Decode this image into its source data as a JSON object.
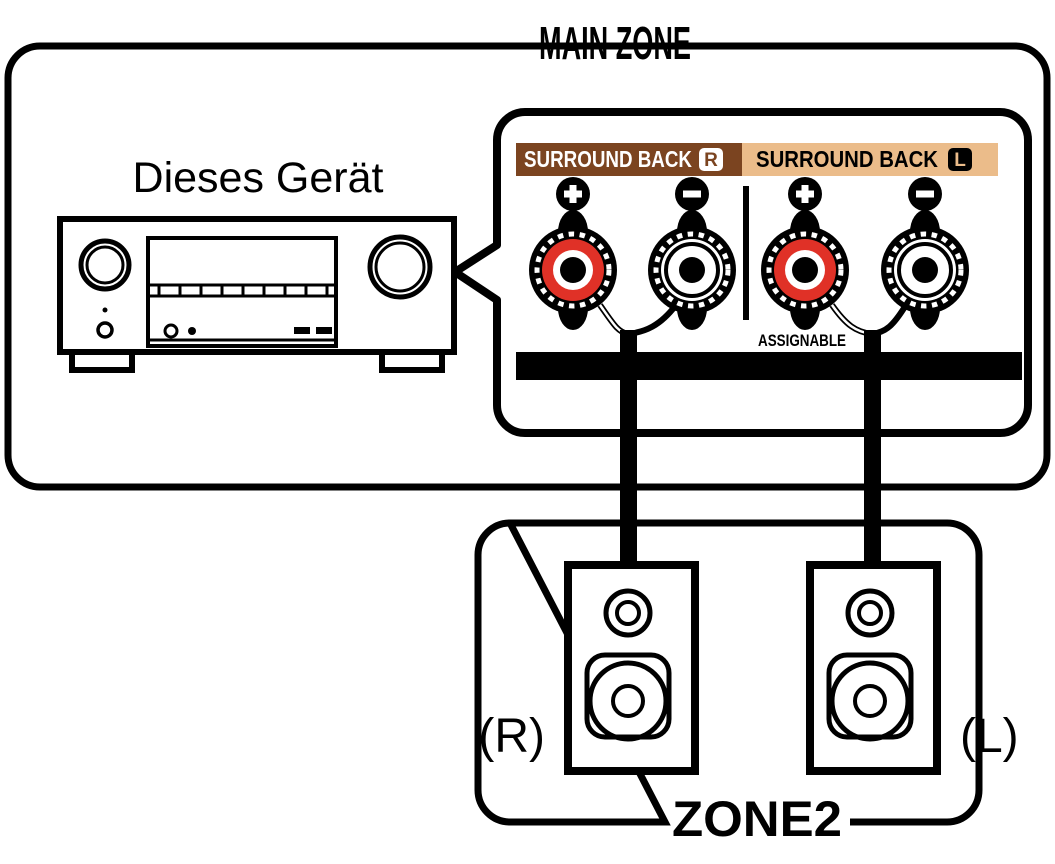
{
  "diagram": {
    "title": "MAIN ZONE to ZONE2 speaker connection",
    "zones": {
      "main": {
        "label": "MAIN ZONE"
      },
      "zone2": {
        "label": "ZONE2"
      }
    },
    "device": {
      "label": "Dieses Gerät",
      "name": "av-receiver"
    },
    "callout": {
      "panel_label": "ASSIGNABLE",
      "terminal_groups": [
        {
          "name": "surround-back-right",
          "label": "SURROUND BACK",
          "channel_badge": "R",
          "header_bg": "#7B4420",
          "header_fg": "#FFFFFF",
          "badge_bg": "#FFFFFF",
          "badge_fg": "#7B4420",
          "posts": [
            {
              "polarity": "+",
              "symbol": "➕",
              "color": "#E03127",
              "name": "positive-post"
            },
            {
              "polarity": "-",
              "symbol": "➖",
              "color": "#FFFFFF",
              "name": "negative-post"
            }
          ]
        },
        {
          "name": "surround-back-left",
          "label": "SURROUND BACK",
          "channel_badge": "L",
          "header_bg": "#EBBC8A",
          "header_fg": "#000000",
          "badge_bg": "#000000",
          "badge_fg": "#EBBC8A",
          "posts": [
            {
              "polarity": "+",
              "symbol": "➕",
              "color": "#E03127",
              "name": "positive-post"
            },
            {
              "polarity": "-",
              "symbol": "➖",
              "color": "#FFFFFF",
              "name": "negative-post"
            }
          ]
        }
      ]
    },
    "speakers": [
      {
        "name": "speaker-right",
        "label": "(R)",
        "label_side": "left"
      },
      {
        "name": "speaker-left",
        "label": "(L)",
        "label_side": "right"
      }
    ],
    "colors": {
      "ink": "#000000",
      "red": "#E03127",
      "brown": "#7B4420",
      "tan": "#EBBC8A",
      "paper": "#FFFFFF"
    }
  }
}
